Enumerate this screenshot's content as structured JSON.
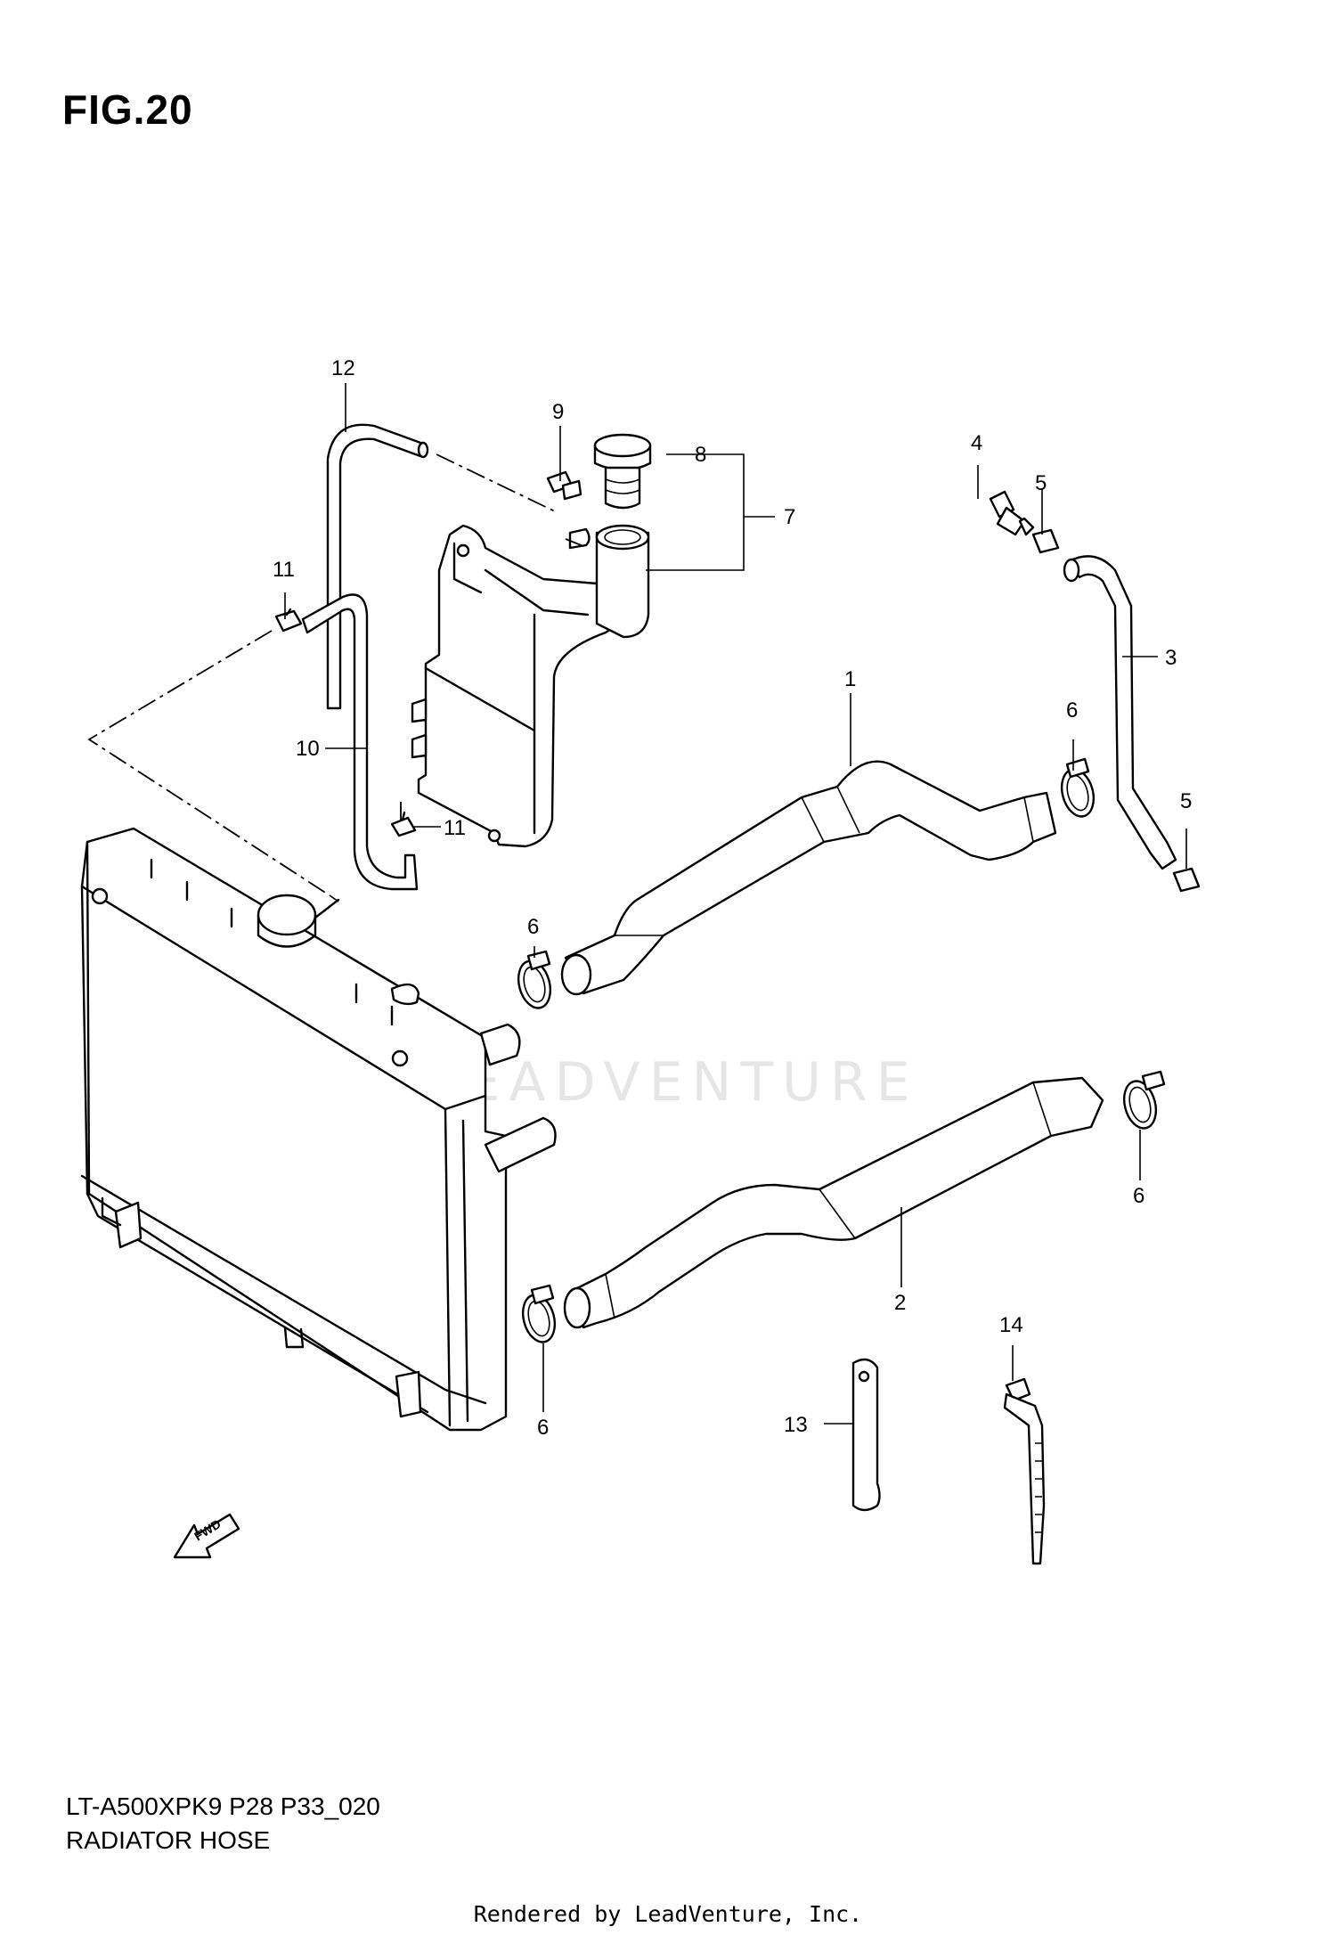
{
  "figure": {
    "title": "FIG.20"
  },
  "footer": {
    "model": "LT-A500XPK9 P28 P33_020",
    "section": "RADIATOR HOSE",
    "credit": "Rendered by LeadVenture, Inc."
  },
  "watermark": "LEADVENTURE",
  "fwd_label": "FWD",
  "callouts": {
    "c1": "1",
    "c2": "2",
    "c3": "3",
    "c4": "4",
    "c5a": "5",
    "c5b": "5",
    "c6a": "6",
    "c6b": "6",
    "c6c": "6",
    "c6d": "6",
    "c7": "7",
    "c8": "8",
    "c9": "9",
    "c10": "10",
    "c11a": "11",
    "c11b": "11",
    "c12": "12",
    "c13": "13",
    "c14": "14"
  }
}
